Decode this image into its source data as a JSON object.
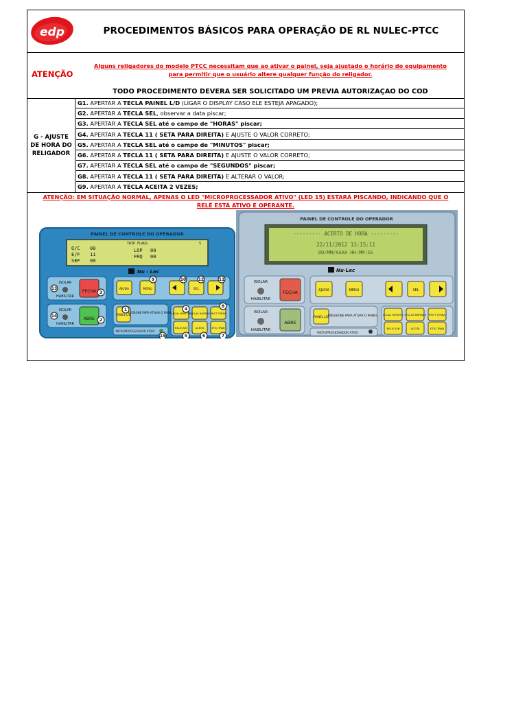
{
  "header": {
    "logo_text": "edp",
    "title": "PROCEDIMENTOS BÁSICOS PARA OPERAÇÃO DE RL NULEC-PTCC"
  },
  "attention": {
    "label": "ATENÇÃO",
    "text_line1": "Alguns religadores do modelo PTCC necessitam que ao ativar o painel, seja ajustado o horário do equipamento",
    "text_line2": "para permitir que o usuário altere qualquer função do religador.",
    "authorization": "TODO PROCEDIMENTO DEVERA SER SOLICITADO UM PREVIA AUTORIZAÇAO DO COD"
  },
  "group": {
    "label_line1": "G - AJUSTE",
    "label_line2": "DE HORA DO",
    "label_line3": "RELIGADOR"
  },
  "steps": [
    {
      "id": "G1.",
      "a": " APERTAR A ",
      "b": "TECLA PAINEL L/D",
      "c": " (LIGAR O DISPLAY CASO ELE ESTEJA APAGADO);"
    },
    {
      "id": "G2.",
      "a": " APERTAR A ",
      "b": "TECLA SEL",
      "c": ", observar  a data piscar;"
    },
    {
      "id": "G3.",
      "a": " APERTAR A ",
      "b": "TECLA SEL até o campo de \"HORAS\" piscar;",
      "c": ""
    },
    {
      "id": "G4.",
      "a": " APERTAR A ",
      "b": "TECLA 11 ( SETA PARA DIREITA)",
      "c": " E AJUSTE O VALOR CORRETO;"
    },
    {
      "id": "G5.",
      "a": " APERTAR A ",
      "b": "TECLA SEL até o campo de \"MINUTOS\" piscar;",
      "c": ""
    },
    {
      "id": "G6.",
      "a": " APERTAR A ",
      "b": "TECLA 11 ( SETA PARA DIREITA)",
      "c": " E AJUSTE O VALOR CORRETO;"
    },
    {
      "id": "G7.",
      "a": " APERTAR A ",
      "b": "TECLA SEL até o campo de \"SEGUNDOS\" piscar;",
      "c": ""
    },
    {
      "id": "G8.",
      "a": " APERTAR A ",
      "b": "TECLA 11 ( SETA PARA DIREITA)",
      "c": " E ALTERAR O VALOR;"
    },
    {
      "id": "G9.",
      "a": " APERTAR A ",
      "b": "TECLA ACEITA 2 VEZES;",
      "c": ""
    }
  ],
  "led_note": {
    "line1": "ATENÇÃO: EM SITUAÇÃO NORMAL, APENAS O LED \"MICROPROCESSADOR ATIVO\" (LED 15) ESTARÁ PISCANDO, INDICANDO QUE O",
    "line2": "RELÉ ESTÁ ATIVO E OPERANTE."
  },
  "panel_left": {
    "title": "PAINEL DE CONTROLE DO OPERADOR",
    "trip_flags": "TRIP FLAGS",
    "flag_s": "S",
    "oc": "O/C",
    "oc_val": "00",
    "ef": "E/F",
    "ef_val": "11",
    "sef": "SEF",
    "sef_val": "00",
    "lop": "LOP",
    "lop_val": "00",
    "frq": "FRQ",
    "frq_val": "00",
    "brand": "Nu - Lec",
    "isolar": "ISOLAR",
    "habilitar": "HABILITAR",
    "fecha": "FECHA",
    "abre": "ABRE",
    "ajuda": "AJUDA",
    "menu": "MENU",
    "sel": "SEL",
    "painel": "PAINEL L/D",
    "pressione": "PRESSIONE PARA ATIVAR O PAINEL",
    "local": "LOCAL REMOTO",
    "teclas": "TECLAS RAPIDAS",
    "prot": "PROT TERRA",
    "relig": "RELIG S/N",
    "aceita": "ACEITA",
    "etiq": "ETIQ TRAB",
    "micro": "MICROPROCESSADOR ATIVO",
    "n1": "1",
    "n2": "2",
    "n3": "3",
    "n4": "4",
    "n5": "5",
    "n6": "6",
    "n7": "7",
    "n8": "8",
    "n9": "9",
    "n10": "10",
    "n11": "11",
    "n12": "12",
    "n13": "13",
    "n14": "14",
    "n15": "15"
  },
  "panel_right": {
    "title": "PAINEL DE CONTROLE DO OPERADOR",
    "lcd1": "---------  ACERTO DE HORA  ---------",
    "lcd2": "22/11/2012 13:15:11",
    "lcd3": "DD/MM/AAAA HH:MM:SS",
    "brand": "Nu-Lec",
    "isolar": "ISOLAR",
    "habilitar": "HABILITAR",
    "fecha": "FECHA",
    "abre": "ABRE",
    "ajuda": "AJUDA",
    "menu": "MENU",
    "sel": "SEL",
    "painel": "PAINEL L/D",
    "pressione": "PRESSIONE PARA ATIVAR O PAINEL",
    "local": "LOCAL REMOTO",
    "teclas": "TECLAS RAPIDAS",
    "prot": "PROT TERRA",
    "relig": "RELIG S/N",
    "aceita": "ACEITA",
    "etiq": "ETIQ TRAB",
    "micro": "MICROPROCESSADOR ATIVO"
  },
  "colors": {
    "accent_red": "#e00000",
    "panel_blue": "#2b7fb8",
    "lcd_green": "#c9dd6a",
    "key_yellow": "#f2e43a"
  }
}
